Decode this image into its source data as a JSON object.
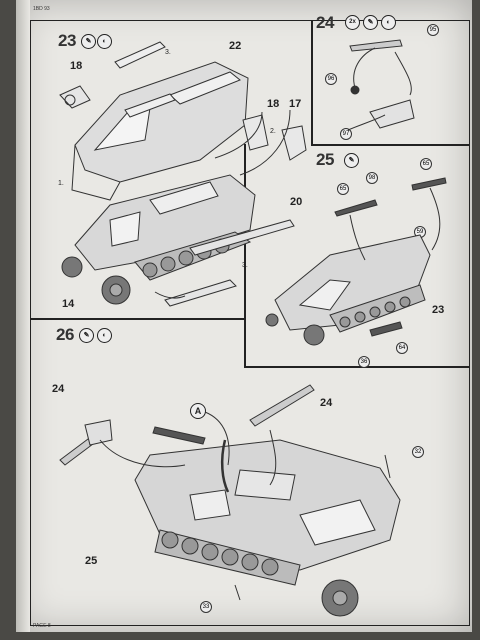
{
  "page": {
    "code": "1BD 93",
    "footer": "PAGE 8"
  },
  "steps": {
    "s23": {
      "num": "23",
      "parts": [
        "22",
        "18",
        "18",
        "17",
        "20",
        "14"
      ],
      "notes": [
        "3.",
        "2.",
        "1.",
        "3."
      ]
    },
    "s24": {
      "num": "24",
      "qty": "2x",
      "refs": [
        "95",
        "96",
        "97"
      ]
    },
    "s25": {
      "num": "25",
      "refs": [
        "65",
        "65",
        "98",
        "59",
        "23",
        "64",
        "36"
      ]
    },
    "s26": {
      "num": "26",
      "callout": "A",
      "parts": [
        "24",
        "24",
        "25"
      ],
      "refs": [
        "32",
        "33"
      ]
    }
  }
}
